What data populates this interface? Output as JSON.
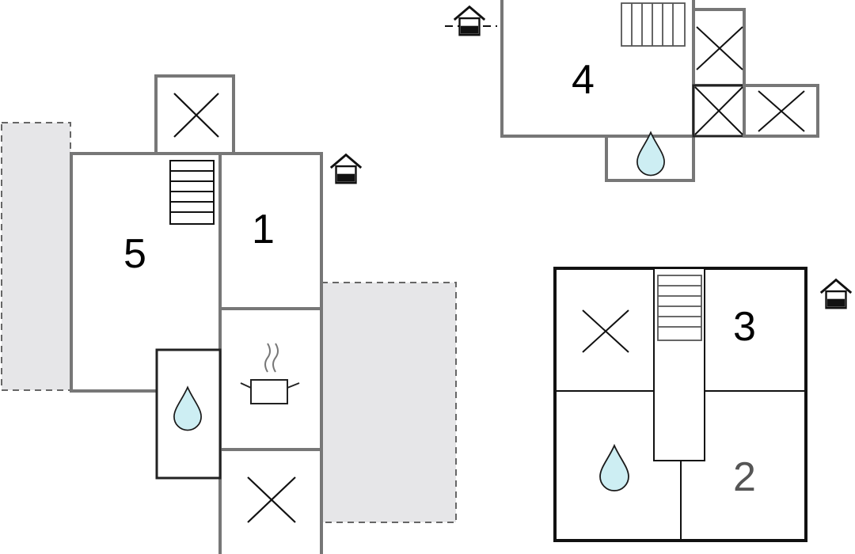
{
  "floor_plan": {
    "room_labels": {
      "room_1": "1",
      "room_2": "2",
      "room_3": "3",
      "room_4": "4",
      "room_5": "5"
    },
    "icons": [
      "entrance-icon",
      "stairs-icon",
      "bathroom-water-drop-icon",
      "kitchen-pot-icon",
      "bedroom-cross-icon",
      "terrace-area"
    ]
  },
  "colors": {
    "wall": "#777777",
    "wall_dark": "#111111",
    "water_drop_fill": "#cdeef3",
    "water_drop_stroke": "#1a1a1a",
    "terrace_fill": "#e6e6e8",
    "terrace_stroke": "#666666"
  }
}
